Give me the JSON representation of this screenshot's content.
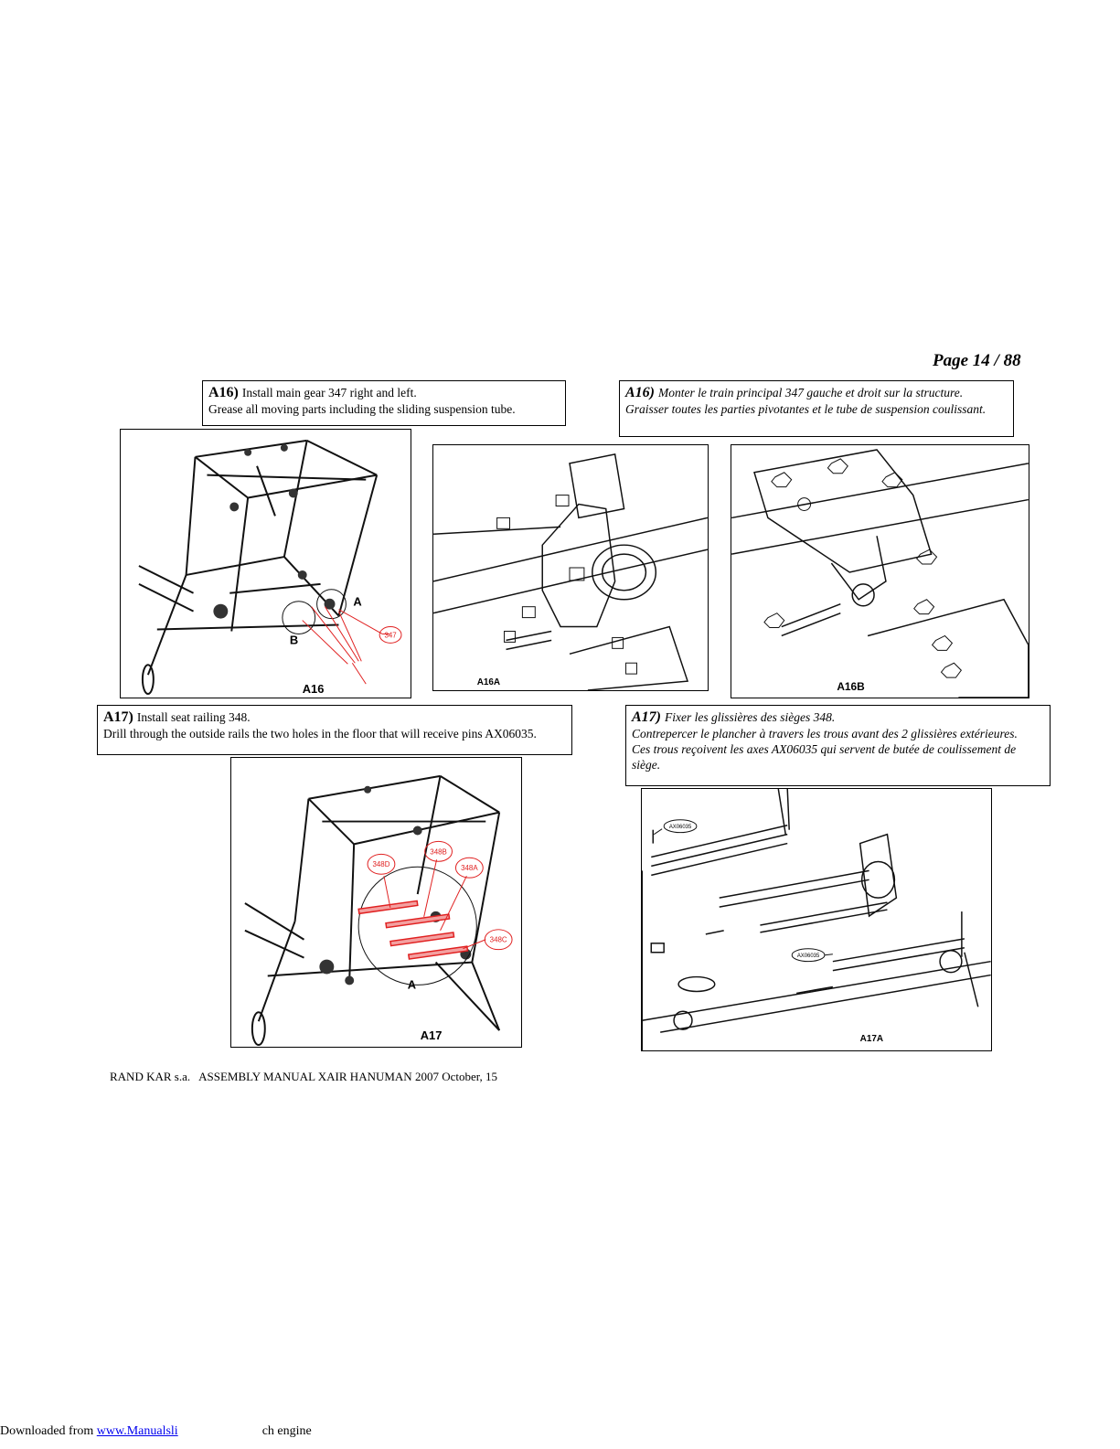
{
  "page": {
    "number": "Page 14 / 88"
  },
  "a16_en": {
    "step": "A16)",
    "line1": "Install main gear 347 right and left.",
    "line2": "Grease all moving parts including the sliding suspension tube."
  },
  "a16_fr": {
    "step": "A16)",
    "line1": "Monter le train principal 347 gauche et droit sur la structure.",
    "line2": "Graisser toutes les parties pivotantes et le tube de suspension coulissant."
  },
  "a17_en": {
    "step": "A17)",
    "line1": "Install seat railing 348.",
    "line2": "Drill through the outside rails the two holes in the floor that will receive pins AX06035."
  },
  "a17_fr": {
    "step": "A17)",
    "line1": "Fixer les glissières des sièges 348.",
    "line2": "Contrepercer le plancher à travers les trous avant des 2 glissières extérieures.",
    "line3": "Ces trous reçoivent les axes AX06035 qui servent de butée de coulissement de",
    "line4": "siège."
  },
  "figures": {
    "a16": {
      "label": "A16",
      "callout_a": "A",
      "callout_b": "B",
      "part": "347"
    },
    "a16a": {
      "label": "A16A"
    },
    "a16b": {
      "label": "A16B"
    },
    "a17": {
      "label": "A17",
      "callout_a": "A",
      "parts": [
        "348D",
        "348B",
        "348A",
        "348C"
      ]
    },
    "a17a": {
      "label": "A17A",
      "pin_top": "AX06035",
      "pin_mid": "AX06035"
    }
  },
  "footer": {
    "text": "RAND KAR s.a.   ASSEMBLY MANUAL XAIR HANUMAN 2007 October, 15"
  },
  "download": {
    "prefix": "Downloaded from ",
    "link": "www.Manualsli",
    "suffix": "ch engine"
  },
  "colors": {
    "callout_red": "#e02020",
    "line": "#111111"
  }
}
